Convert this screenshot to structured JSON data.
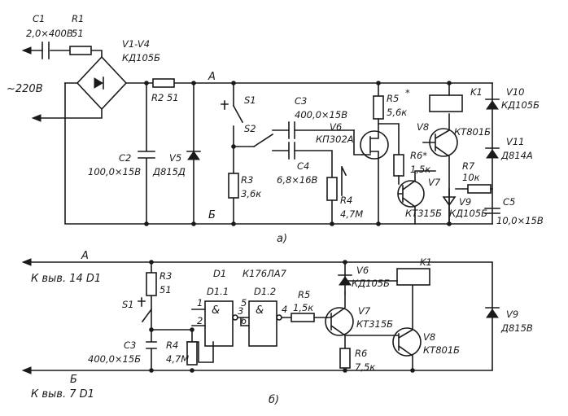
{
  "labels": {
    "c1": "C1",
    "r1": "R1",
    "c1_value": "2,0×400B",
    "r1_value": "51",
    "v1v4": "V1-V4",
    "v1v4_type": "КД105Б",
    "mains": "~220B",
    "node_a_top": "A",
    "node_b_top": "Б",
    "r2": "R2 51",
    "c2": "C2",
    "c2_value": "100,0×15B",
    "v5": "V5",
    "v5_type": "Д815Д",
    "s1_top": "S1",
    "s2": "S2",
    "c3_top": "C3",
    "c3_top_value": "400,0×15B",
    "v6_top": "V6",
    "v6_top_type": "КП302А",
    "c4": "C4",
    "c4_value": "6,8×16B",
    "r3_top": "R3",
    "r3_top_value": "3,6к",
    "r4_top": "R4",
    "r4_top_value": "4,7M",
    "r5_top": "R5",
    "r5_star": "*",
    "r5_top_value": "5,6к",
    "r6_top": "R6*",
    "r6_top_value": "1,5к",
    "v7_top": "V7",
    "v7_top_type": "КТ315Б",
    "v8_top": "V8",
    "v8_top_type": "КТ801Б",
    "k1_top": "K1",
    "v10": "V10",
    "v10_type": "КД105Б",
    "v11": "V11",
    "v11_type": "Д814А",
    "r7": "R7",
    "r7_value": "10к",
    "v9_top": "V9",
    "v9_top_type": "КД105Б",
    "c5": "C5",
    "c5_value": "10,0×15B",
    "caption_a": "а)",
    "node_a_bottom": "A",
    "pin14": "К выв. 14 D1",
    "node_b_bottom": "Б",
    "pin7": "К выв. 7 D1",
    "r3_bottom": "R3",
    "r3_bottom_value": "51",
    "s1_bottom": "S1",
    "c3_bottom": "C3",
    "c3_bottom_value": "400,0×15Б",
    "r4_bottom": "R4",
    "r4_bottom_value": "4,7M",
    "d1_title": "D1",
    "d1_type": "К176ЛА7",
    "d11": "D1.1",
    "d12": "D1.2",
    "and1": "&",
    "and2": "&",
    "pin1": "1",
    "pin2": "2",
    "pin3": "3",
    "pin4": "4",
    "pin5": "5",
    "pin6": "6",
    "r5_bottom": "R5",
    "r5_bottom_value": "1,5к",
    "v6_bottom": "V6",
    "v6_bottom_type": "КД105Б",
    "k1_bottom": "K1",
    "v7_bottom": "V7",
    "v7_bottom_type": "КТ315Б",
    "v8_bottom": "V8",
    "v8_bottom_type": "КТ801Б",
    "r6_bottom": "R6",
    "r6_bottom_value": "7,5к",
    "v9_bottom": "V9",
    "v9_bottom_type": "Д815В",
    "caption_b": "б)"
  }
}
